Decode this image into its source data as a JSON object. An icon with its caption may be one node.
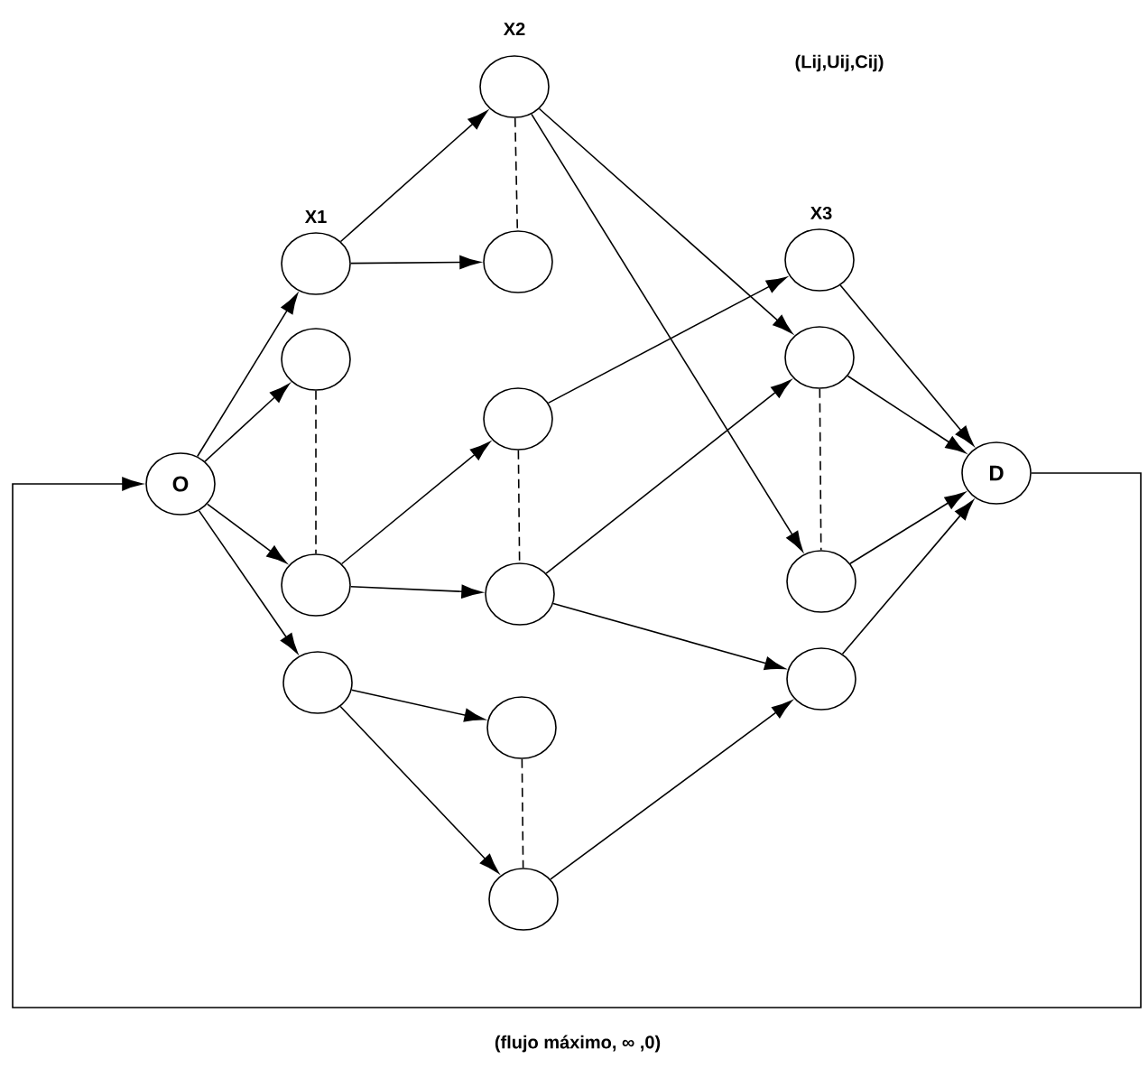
{
  "diagram": {
    "nodes": [
      {
        "text": [
          "O"
        ]
      },
      {
        "text": [],
        "shape": "circle"
      },
      {
        "text": [],
        "shape": "circle"
      },
      {
        "text": [],
        "shape": "circle"
      },
      {
        "text": [],
        "shape": "circle"
      },
      {
        "text": [],
        "shape": "circle"
      },
      {
        "text": [],
        "shape": "circle"
      },
      {
        "text": [],
        "shape": "circle"
      },
      {
        "text": [],
        "shape": "circle"
      },
      {
        "text": [],
        "shape": "circle"
      },
      {
        "text": [],
        "shape": "circle"
      },
      {
        "text": [],
        "shape": "circle"
      },
      {
        "text": [],
        "shape": "circle"
      },
      {
        "text": [],
        "shape": "circle"
      },
      {
        "text": [],
        "shape": "circle"
      },
      {
        "text": [
          "D"
        ]
      }
    ],
    "edges": [
      {
        "from": 0,
        "to": 1,
        "arrow": "to"
      },
      {
        "from": 0,
        "to": 2,
        "arrow": "to"
      },
      {
        "from": 0,
        "to": 3,
        "arrow": "to"
      },
      {
        "from": 0,
        "to": 4,
        "arrow": "to"
      },
      {
        "from": 1,
        "to": 5,
        "arrow": "to"
      },
      {
        "from": 1,
        "to": 6,
        "arrow": "to"
      },
      {
        "from": 3,
        "to": 7,
        "arrow": "to"
      },
      {
        "from": 3,
        "to": 8,
        "arrow": "to"
      },
      {
        "from": 4,
        "to": 9,
        "arrow": "to"
      },
      {
        "from": 4,
        "to": 10,
        "arrow": "to"
      },
      {
        "from": 5,
        "to": 12,
        "arrow": "to"
      },
      {
        "from": 5,
        "to": 13,
        "arrow": "to"
      },
      {
        "from": 7,
        "to": 11,
        "arrow": "to"
      },
      {
        "from": 8,
        "to": 12,
        "arrow": "to"
      },
      {
        "from": 8,
        "to": 14,
        "arrow": "to"
      },
      {
        "from": 10,
        "to": 14,
        "arrow": "to"
      },
      {
        "from": 11,
        "to": 15,
        "arrow": "to"
      },
      {
        "from": 12,
        "to": 15,
        "arrow": "to"
      },
      {
        "from": 13,
        "to": 15,
        "arrow": "to"
      },
      {
        "from": 14,
        "to": 15,
        "arrow": "to"
      },
      {
        "from": 15,
        "to": 0,
        "arrow": "to",
        "label": "(flujo máximo, ∞ ,0)"
      },
      {
        "from": 2,
        "to": 3,
        "arrow": "none",
        "style": "dashed"
      },
      {
        "from": 5,
        "to": 6,
        "arrow": "none",
        "style": "dashed"
      },
      {
        "from": 7,
        "to": 8,
        "arrow": "none",
        "style": "dashed"
      },
      {
        "from": 9,
        "to": 10,
        "arrow": "none",
        "style": "dashed"
      },
      {
        "from": 12,
        "to": 13,
        "arrow": "none",
        "style": "dashed"
      }
    ],
    "labels": [
      "X1",
      "X2",
      "X3",
      "(Lij,Uij,Cij)"
    ]
  }
}
